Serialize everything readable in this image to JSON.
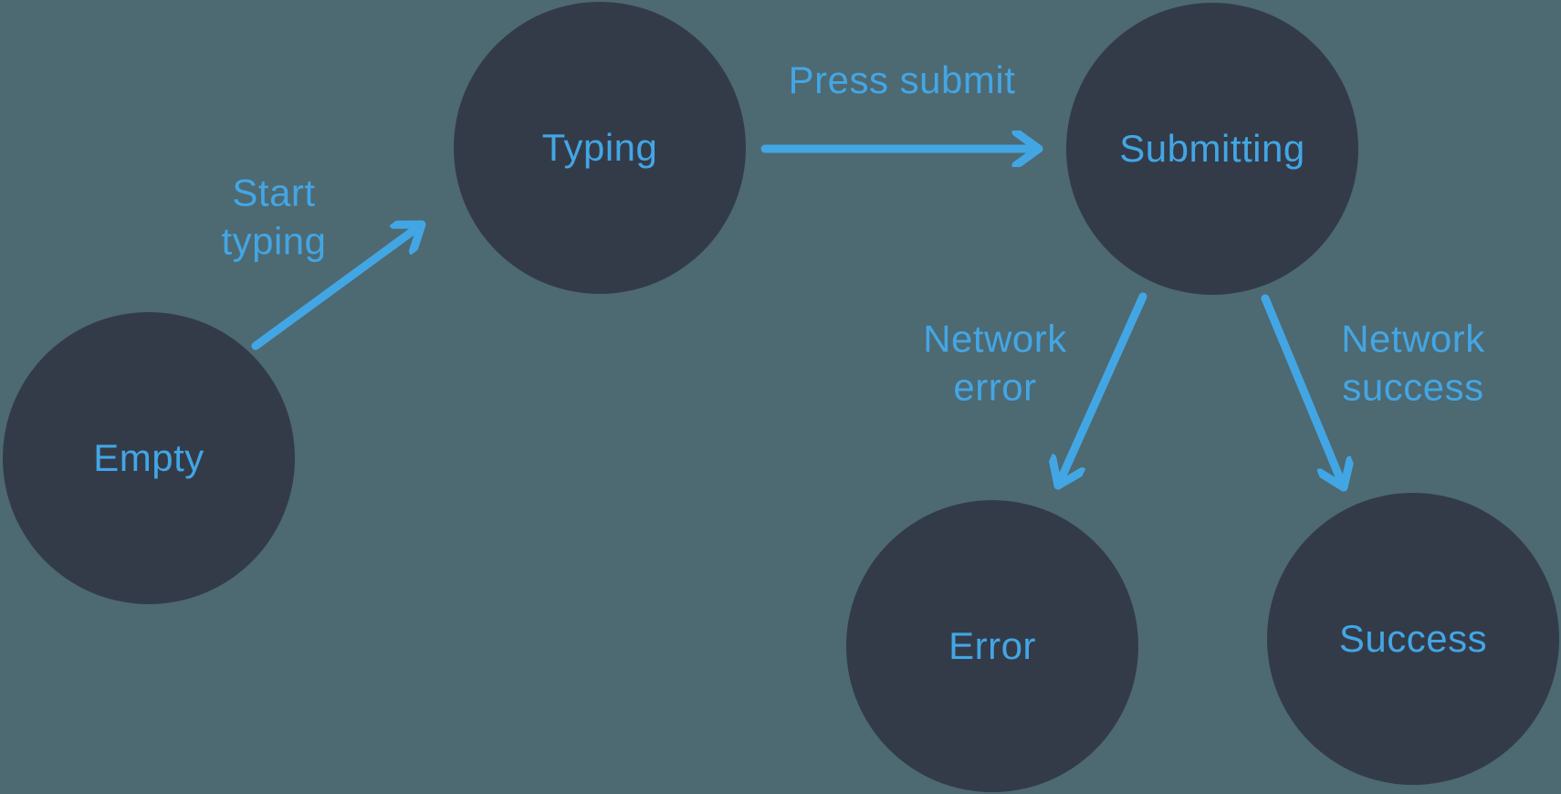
{
  "colors": {
    "background": "#4D6972",
    "node_fill": "#333B49",
    "accent": "#43A6E4"
  },
  "states": [
    {
      "id": "empty",
      "label": "Empty"
    },
    {
      "id": "typing",
      "label": "Typing"
    },
    {
      "id": "submitting",
      "label": "Submitting"
    },
    {
      "id": "error",
      "label": "Error"
    },
    {
      "id": "success",
      "label": "Success"
    }
  ],
  "transitions": [
    {
      "id": "start-typing",
      "label": "Start typing",
      "from": "Empty",
      "to": "Typing"
    },
    {
      "id": "press-submit",
      "label": "Press submit",
      "from": "Typing",
      "to": "Submitting"
    },
    {
      "id": "network-error",
      "label": "Network error",
      "from": "Submitting",
      "to": "Error"
    },
    {
      "id": "network-success",
      "label": "Network success",
      "from": "Submitting",
      "to": "Success"
    }
  ]
}
